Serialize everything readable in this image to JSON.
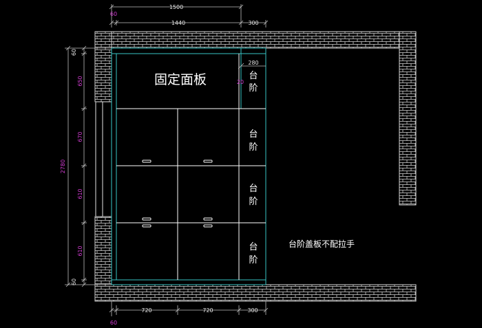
{
  "labels": {
    "fixed_panel": "固定面板",
    "step": "台阶",
    "note": "台阶盖板不配拉手"
  },
  "dims": {
    "top_total": "1500",
    "top_left": "60",
    "top_mid": "1440",
    "top_right": "300",
    "inner_280": "280",
    "inner_20": "20",
    "left_total": "2780",
    "left_60_top": "60",
    "left_650": "650",
    "left_670": "670",
    "left_610": "610",
    "left_610b": "610",
    "left_60_bottom": "60",
    "bottom_720a": "720",
    "bottom_720b": "720",
    "bottom_300": "300",
    "bottom_60": "60"
  },
  "colors": {
    "brick": "#d8d8d8",
    "cyan": "#39c6c6",
    "white": "#ffffff",
    "magenta": "#d23cd2",
    "dim_line": "#bfbfbf"
  }
}
